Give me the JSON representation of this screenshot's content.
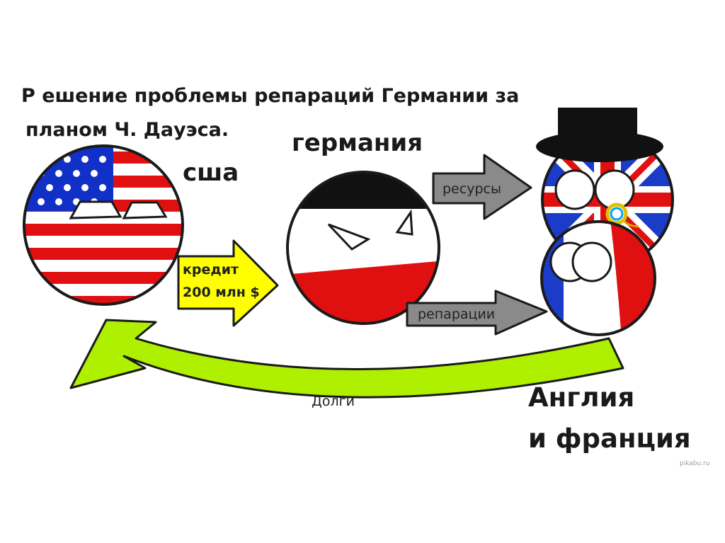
{
  "title": {
    "line1": "Р ешение проблемы репараций Германии за",
    "line2": "планом Ч. Дауэса."
  },
  "nodes": {
    "usa": {
      "label": "сша",
      "icon": "usa-flag-ball"
    },
    "germany": {
      "label": "германия",
      "icon": "germany-imperial-flag-ball"
    },
    "england_france": {
      "line1": "Англия",
      "line2": "и франция",
      "icons": [
        "uk-flag-ball-top-hat",
        "france-flag-ball"
      ]
    }
  },
  "arrows": {
    "credit": {
      "line1": "кредит",
      "line2": "200 млн $",
      "color": "#ffff00"
    },
    "resources": {
      "label": "ресурсы",
      "color": "#8a8a8a"
    },
    "reparations": {
      "label": "репарации",
      "color": "#8a8a8a"
    },
    "debts": {
      "label": "Долги",
      "color": "#aef000"
    }
  },
  "watermark": "pikabu.ru"
}
